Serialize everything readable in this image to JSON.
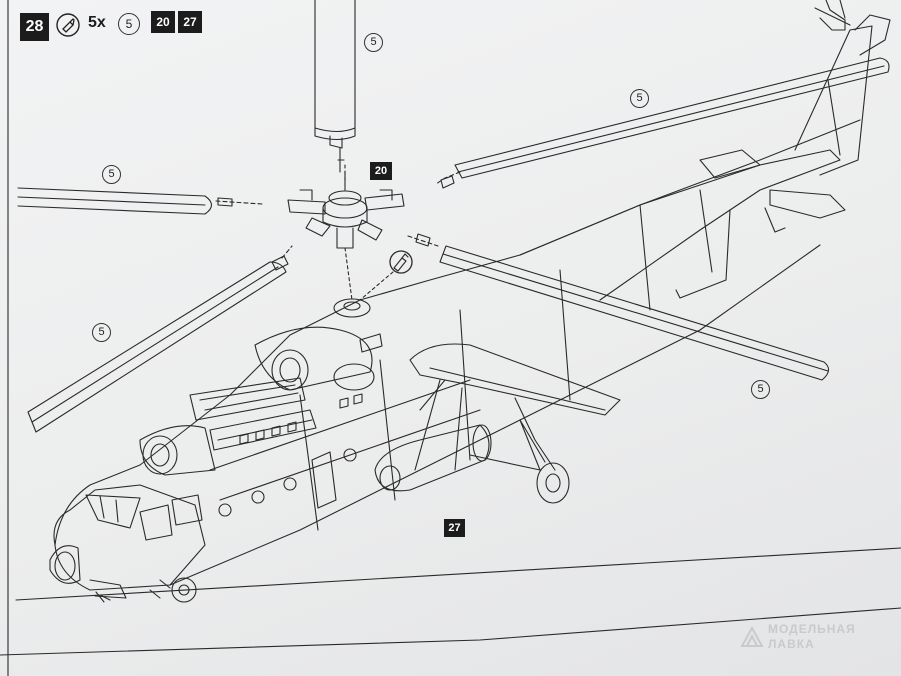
{
  "header": {
    "step_number": "28",
    "tool_icon": "glue-tube-icon",
    "count_label": "5x",
    "part_number": "5",
    "ref_badges": [
      "20",
      "27"
    ]
  },
  "callouts": {
    "part_labels": [
      "5",
      "5",
      "5",
      "5",
      "5"
    ],
    "rotor_hub_badge": "20",
    "pylon_badge": "27",
    "glue_icon": "glue-tube-icon"
  },
  "watermark": {
    "line1": "МОДЕЛЬНАЯ",
    "line2": "ЛАВКА"
  },
  "colors": {
    "paper": "#eceded",
    "ink": "#1c1c1c",
    "badge": "#1c1c1c"
  }
}
